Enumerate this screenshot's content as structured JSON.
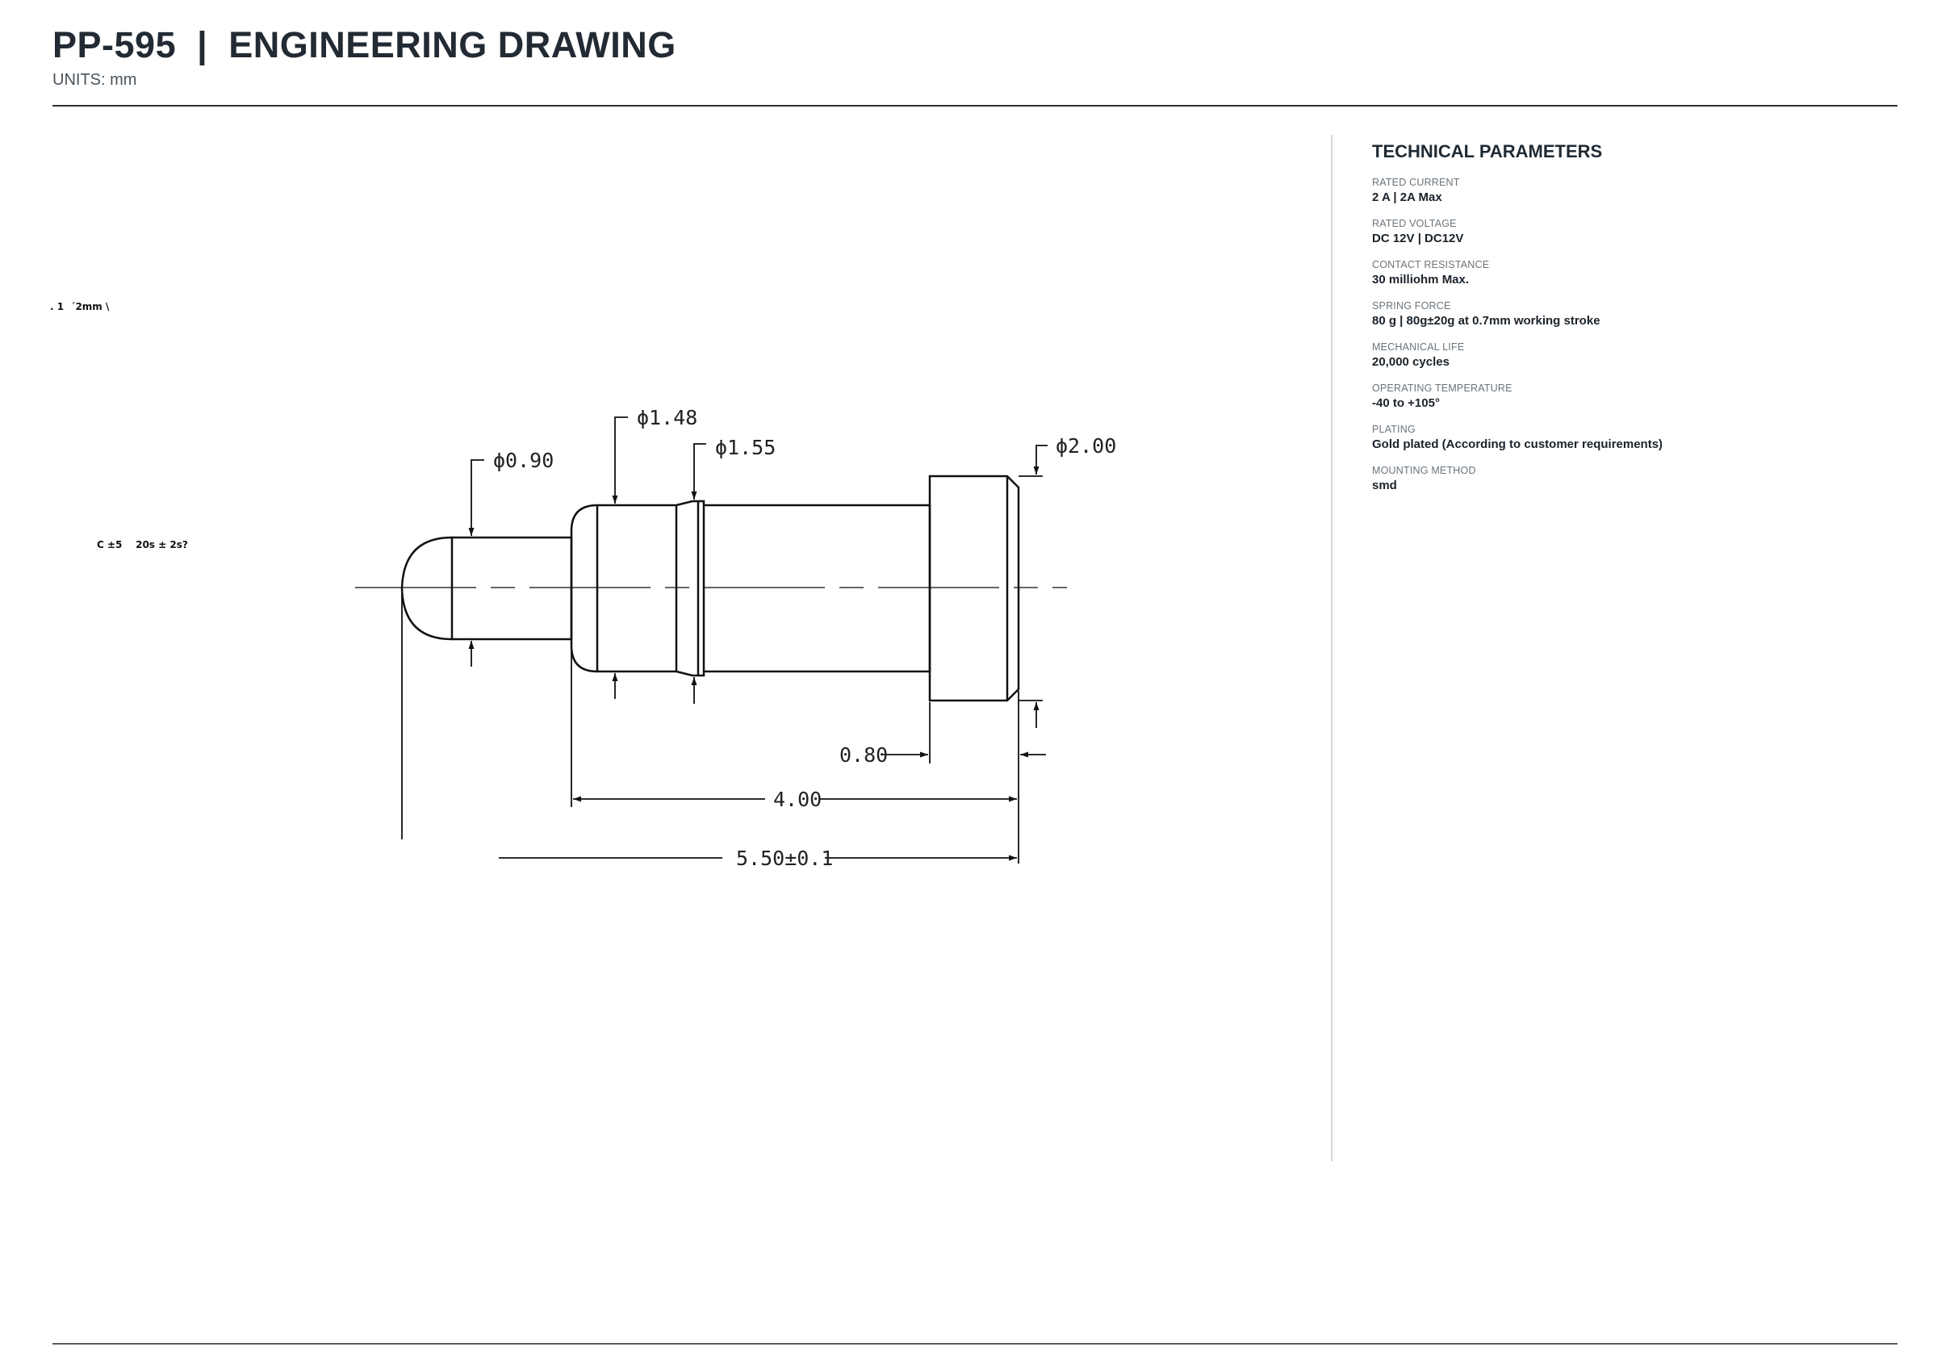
{
  "header": {
    "title": "PP-595  |  ENGINEERING DRAWING",
    "units": "UNITS: mm"
  },
  "drawing": {
    "dimensions": {
      "d_tip": "ϕ0.90",
      "d_barrel": "ϕ1.48",
      "d_collar": "ϕ1.55",
      "d_head": "ϕ2.00",
      "len_head": "0.80",
      "len_body": "4.00",
      "len_total": "5.50±0.1"
    },
    "stray_marks": {
      "upper": ". 1  ´2mm \\",
      "lower": "C ±5    20s ± 2s?"
    }
  },
  "technical_parameters": {
    "heading": "TECHNICAL PARAMETERS",
    "items": [
      {
        "label": "RATED CURRENT",
        "value": "2 A | 2A Max"
      },
      {
        "label": "RATED VOLTAGE",
        "value": "DC 12V | DC12V"
      },
      {
        "label": "CONTACT RESISTANCE",
        "value": "30 milliohm Max."
      },
      {
        "label": "SPRING FORCE",
        "value": "80 g | 80g±20g at 0.7mm working stroke"
      },
      {
        "label": "MECHANICAL LIFE",
        "value": "20,000 cycles"
      },
      {
        "label": "OPERATING TEMPERATURE",
        "value": "-40 to +105°"
      },
      {
        "label": "PLATING",
        "value": "Gold plated (According to customer requirements)"
      },
      {
        "label": "MOUNTING METHOD",
        "value": "smd"
      }
    ]
  }
}
